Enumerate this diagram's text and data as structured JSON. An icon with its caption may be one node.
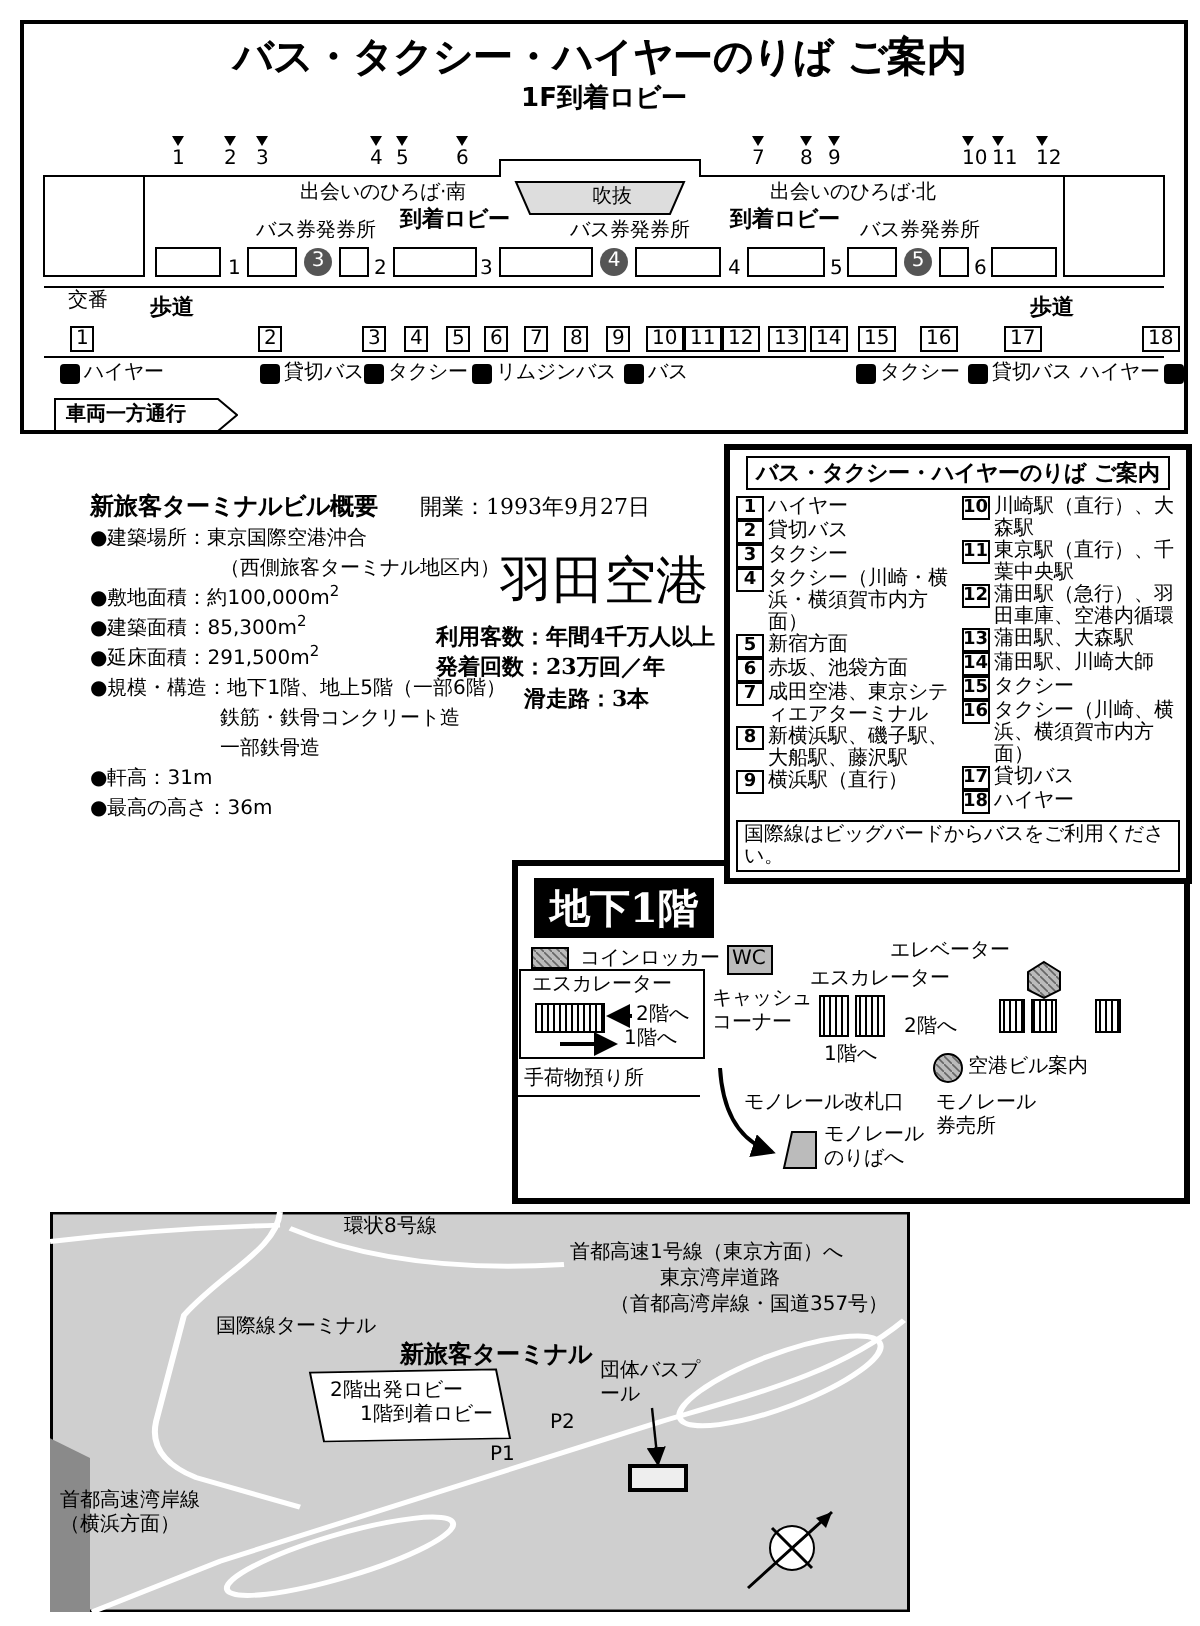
{
  "diagram": {
    "title": "バス・タクシー・ハイヤーのりば ご案内",
    "nodes": [
      {
        "text": [
          "1F到着ロビー"
        ]
      },
      {
        "text": [
          "車両一方通行"
        ],
        "in": 0
      },
      {
        "text": [
          "バス・タクシー・ハイヤーのりば ご案内"
        ]
      },
      {
        "text": [
          "国際線はビッグバードからバスをご利用ください。"
        ],
        "in": 2
      },
      {
        "text": [
          "地下1階"
        ]
      },
      {
        "text": [
          "団体バスプール"
        ]
      },
      {
        "text": [],
        "shape": "box"
      }
    ],
    "edges": [
      {
        "from": 5,
        "to": 6,
        "arrow": "to"
      }
    ],
    "labels": [
      "1",
      "2",
      "3",
      "4",
      "5",
      "6",
      "7",
      "8",
      "9",
      "10",
      "11",
      "12",
      "出会いのひろば·南",
      "吹抜",
      "出会いのひろば·北",
      "到着ロビー",
      "到着ロビー",
      "バス券発券所",
      "バス券発券所",
      "バス券発券所",
      "1",
      "2",
      "3",
      "4",
      "5",
      "6",
      "3",
      "4",
      "5",
      "交番",
      "歩道",
      "歩道",
      "1",
      "2",
      "3",
      "4",
      "5",
      "6",
      "7",
      "8",
      "9",
      "10",
      "11",
      "12",
      "13",
      "14",
      "15",
      "16",
      "17",
      "18",
      "ハイヤー",
      "貸切バス",
      "タクシー",
      "リムジンバス",
      "バス",
      "タクシー",
      "貸切バス",
      "ハイヤー",
      "新旅客ターミナルビル概要",
      "開業：1993年9月27日",
      "●建築場所：東京国際空港沖合",
      "（西側旅客ターミナル地区内）",
      "●敷地面積：約100,000m$^{2}$",
      "●建築面積：85,300m$^{2}$",
      "●延床面積：291,500m$^{2}$",
      "●規模・構造：地下1階、地上5階（一部6階）",
      "鉄筋・鉄骨コンクリート造",
      "一部鉄骨造",
      "●軒高：31m",
      "●最高の高さ：36m",
      "羽田空港",
      "利用客数：年間4千万人以上",
      "発着回数：23万回／年",
      "滑走路：3本",
      "1",
      "ハイヤー",
      "2",
      "貸切バス",
      "3",
      "タクシー",
      "4",
      "タクシー（川崎・横浜・横須賀市内方面）",
      "5",
      "新宿方面",
      "6",
      "赤坂、池袋方面",
      "7",
      "成田空港、東京シティエアターミナル",
      "8",
      "新横浜駅、磯子駅、大船駅、藤沢駅",
      "9",
      "横浜駅（直行）",
      "10",
      "川崎駅（直行）、大森駅",
      "11",
      "東京駅（直行）、千葉中央駅",
      "12",
      "蒲田駅（急行）、羽田車庫、空港内循環",
      "13",
      "蒲田駅、大森駅",
      "14",
      "蒲田駅、川崎大師",
      "15",
      "タクシー",
      "16",
      "タクシー（川崎、横浜、横須賀市内方面）",
      "17",
      "貸切バス",
      "18",
      "ハイヤー",
      "コインロッカー",
      "WC",
      "エスカレーター",
      "2階へ",
      "1階へ",
      "キャッシュコーナー",
      "手荷物預り所",
      "エレベーター",
      "エスカレーター",
      "1階へ",
      "2階へ",
      "空港ビル案内",
      "モノレール改札口",
      "モノレール券売所",
      "モノレールのりばへ",
      "環状8号線",
      "首都高速1号線（東京方面）へ",
      "東京湾岸道路",
      "（首都高湾岸線・国道357号）",
      "国際線ターミナル",
      "新旅客ターミナル",
      "2階出発ロビー",
      "1階到着ロビー",
      "P2",
      "P1",
      "首都高速湾岸線（横浜方面）"
    ]
  }
}
